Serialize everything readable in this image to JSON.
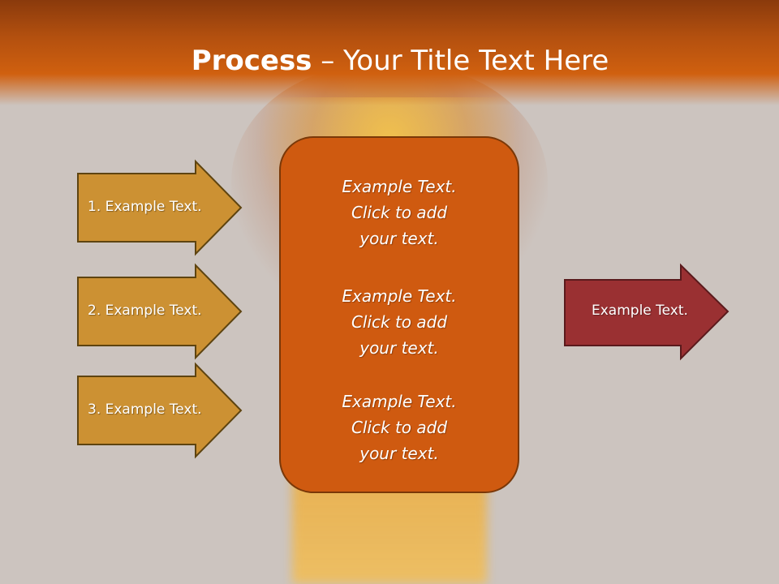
{
  "slide": {
    "title_bold": "Process",
    "title_rest": " – Your Title Text Here",
    "left_arrows": [
      {
        "label": "1. Example Text."
      },
      {
        "label": "2. Example Text."
      },
      {
        "label": "3. Example Text."
      }
    ],
    "center_blocks": [
      {
        "line1": "Example Text.",
        "line2": "Click  to add",
        "line3": "your text."
      },
      {
        "line1": "Example Text.",
        "line2": "Click  to add",
        "line3": "your text."
      },
      {
        "line1": "Example Text.",
        "line2": "Click  to add",
        "line3": "your text."
      }
    ],
    "right_arrow": {
      "label": "Example Text."
    },
    "colors": {
      "header": "#d0600f",
      "left_arrow_fill": "#cc9133",
      "left_arrow_stroke": "#5e4410",
      "center_fill": "#cf5a10",
      "center_stroke": "#7a3808",
      "right_arrow_fill": "#9a3032",
      "right_arrow_stroke": "#5a1a1c"
    }
  }
}
